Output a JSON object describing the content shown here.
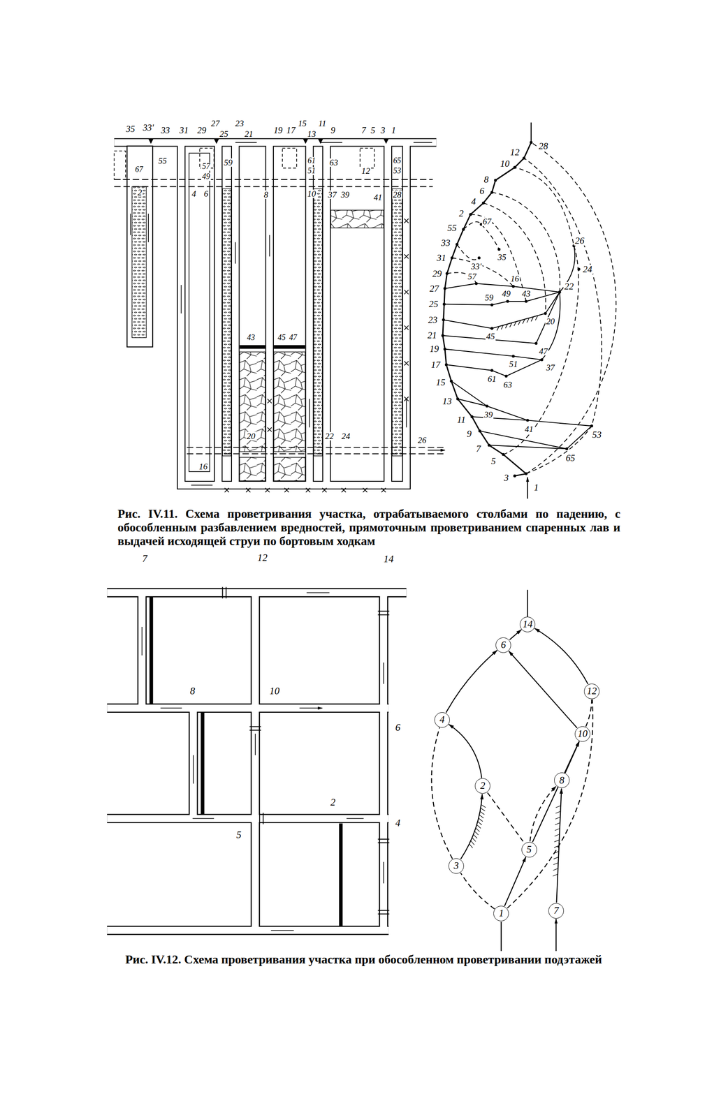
{
  "diagram": {
    "nodes": [
      {
        "text": [
          "14"
        ]
      },
      {
        "text": [
          "6"
        ]
      },
      {
        "text": [
          "12"
        ]
      },
      {
        "text": [
          "4"
        ]
      },
      {
        "text": [
          "10"
        ]
      },
      {
        "text": [
          "2"
        ]
      },
      {
        "text": [
          "8"
        ]
      },
      {
        "text": [
          "5"
        ]
      },
      {
        "text": [
          "3"
        ]
      },
      {
        "text": [
          "1"
        ]
      },
      {
        "text": [
          "7"
        ]
      }
    ],
    "edges": [
      {
        "from": 9,
        "to": 8,
        "arrow": "none"
      },
      {
        "from": 8,
        "to": 3,
        "arrow": "none"
      },
      {
        "from": 8,
        "to": 5,
        "arrow": "to"
      },
      {
        "from": 5,
        "to": 3,
        "arrow": "to"
      },
      {
        "from": 3,
        "to": 1,
        "arrow": "to"
      },
      {
        "from": 1,
        "to": 0,
        "arrow": "to"
      },
      {
        "from": 9,
        "to": 7,
        "arrow": "to"
      },
      {
        "from": 5,
        "to": 7,
        "arrow": "none"
      },
      {
        "from": 7,
        "to": 4,
        "arrow": "to"
      },
      {
        "from": 7,
        "to": 6,
        "arrow": "to"
      },
      {
        "from": 10,
        "to": 6,
        "arrow": "to"
      },
      {
        "from": 6,
        "to": 4,
        "arrow": "to"
      },
      {
        "from": 4,
        "to": 1,
        "arrow": "to"
      },
      {
        "from": 4,
        "to": 2,
        "arrow": "none"
      },
      {
        "from": 2,
        "to": 0,
        "arrow": "to"
      },
      {
        "from": 9,
        "to": 2,
        "arrow": "none"
      }
    ],
    "labels": [
      "35",
      "33'",
      "33",
      "31",
      "29",
      "27",
      "25",
      "23",
      "21",
      "19",
      "17",
      "15",
      "13",
      "11",
      "9",
      "7",
      "5",
      "3",
      "1",
      "55",
      "67",
      "2",
      "4",
      "57",
      "49",
      "6",
      "59",
      "8",
      "61",
      "51",
      "10",
      "63",
      "12",
      "37",
      "39",
      "41",
      "65",
      "53",
      "28",
      "43",
      "45",
      "47",
      "20",
      "22",
      "24",
      "16",
      "26",
      "Рис. IV.11. Схема проветривания участка, отрабатываемого столбами по падению, с обособленным разбавлением вредностей, прямоточным проветриванием спаренных лав и выдачей исходящей струи по бортовым ходкам",
      "28",
      "12",
      "10",
      "8",
      "6",
      "4",
      "2",
      "55",
      "67",
      "33",
      "35",
      "33'",
      "31",
      "29",
      "27",
      "57",
      "16",
      "22",
      "24",
      "26",
      "25",
      "59",
      "49",
      "43",
      "20",
      "23",
      "45",
      "21",
      "19",
      "47",
      "51",
      "37",
      "17",
      "61",
      "63",
      "15",
      "13",
      "39",
      "41",
      "53",
      "11",
      "9",
      "7",
      "5",
      "65",
      "3",
      "1",
      "7",
      "12",
      "14",
      "8",
      "10",
      "6",
      "2",
      "5",
      "4",
      "Рис. IV.12. Схема проветривания участка при обособленном проветривании подэтажей"
    ]
  }
}
